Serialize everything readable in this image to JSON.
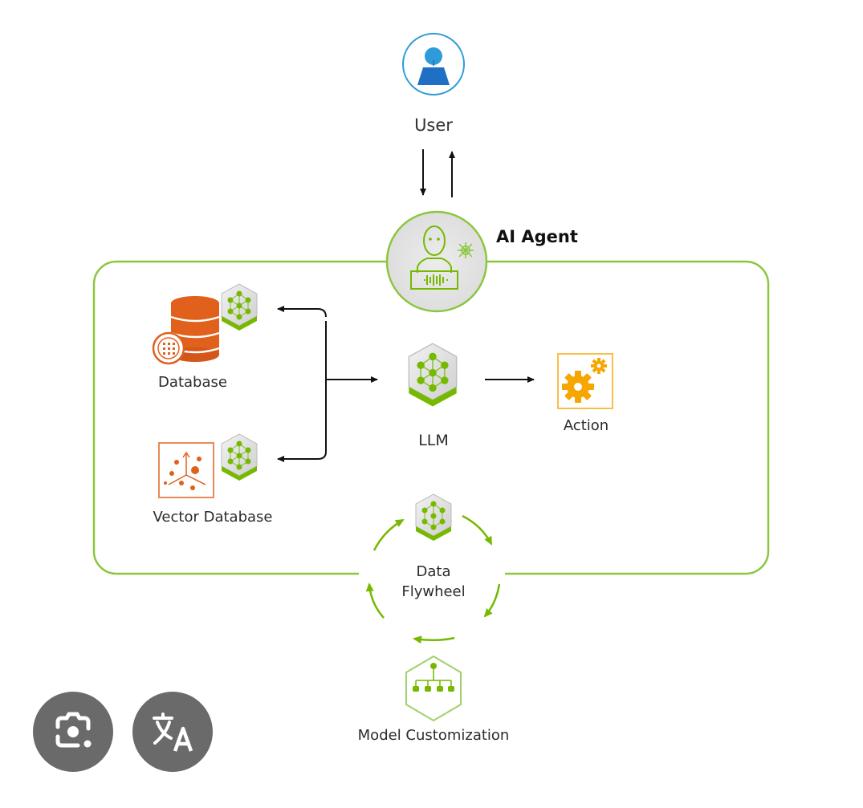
{
  "diagram": {
    "title": "AI Agent",
    "nodes": {
      "user": {
        "label": "User",
        "icon": "user-icon"
      },
      "agent": {
        "label": "AI Agent",
        "icon": "ai-agent-icon"
      },
      "database": {
        "label": "Database",
        "icon": "database-icon"
      },
      "vector_database": {
        "label": "Vector Database",
        "icon": "vector-database-icon"
      },
      "llm": {
        "label": "LLM",
        "icon": "neural-network-cube-icon"
      },
      "action": {
        "label": "Action",
        "icon": "gears-icon"
      },
      "data_flywheel": {
        "label_line1": "Data",
        "label_line2": "Flywheel",
        "icon": "neural-network-cube-icon"
      },
      "model_customization": {
        "label": "Model Customization",
        "icon": "hierarchy-hexagon-icon"
      }
    },
    "edges": [
      {
        "from": "user",
        "to": "agent"
      },
      {
        "from": "agent",
        "to": "user"
      },
      {
        "from": "database",
        "to": "llm",
        "bidirectional": true
      },
      {
        "from": "vector_database",
        "to": "llm",
        "bidirectional": true
      },
      {
        "from": "llm",
        "to": "action"
      },
      {
        "from": "data_flywheel",
        "to": "data_flywheel",
        "cycle": true
      }
    ],
    "colors": {
      "green": "#76b900",
      "green_light": "#8cc63f",
      "orange": "#e0601c",
      "orange_light": "#ea8a5a",
      "yellow": "#f7a600",
      "blue": "#1f6fc5",
      "blue_light": "#2f9bd8",
      "gray_circle": "#e6e6e6"
    }
  },
  "overlay_buttons": {
    "lens": {
      "icon": "google-lens-icon"
    },
    "translate": {
      "icon": "translate-icon"
    }
  }
}
